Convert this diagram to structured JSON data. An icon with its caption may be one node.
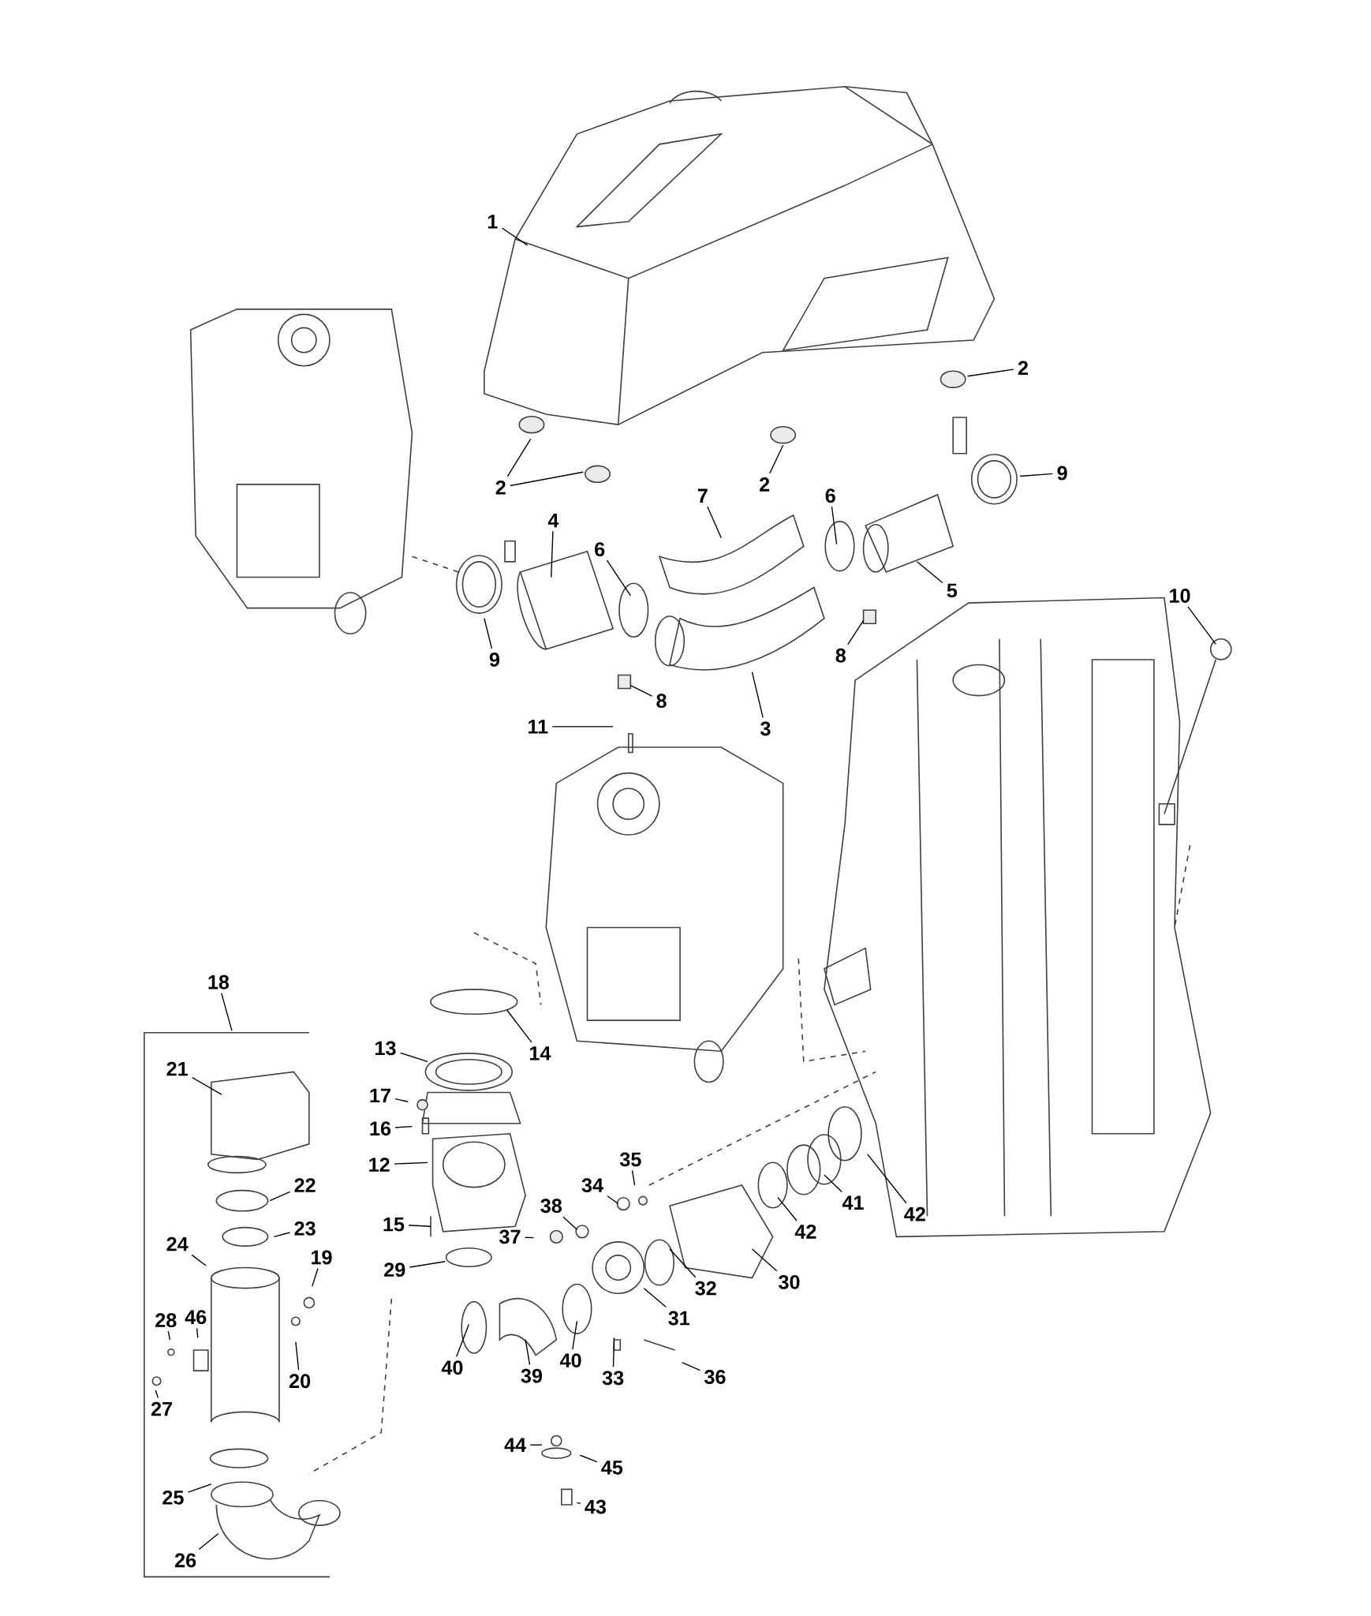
{
  "diagram": {
    "nodes": [
      {
        "text": [
          "1"
        ]
      },
      {
        "text": [
          "2"
        ]
      },
      {
        "text": [
          "2"
        ]
      },
      {
        "text": [
          "2"
        ]
      },
      {
        "text": [
          "9"
        ]
      },
      {
        "text": [
          "7"
        ]
      },
      {
        "text": [
          "6"
        ]
      },
      {
        "text": [
          "4"
        ]
      },
      {
        "text": [
          "6"
        ]
      },
      {
        "text": [
          "5"
        ]
      },
      {
        "text": [
          "10"
        ]
      },
      {
        "text": [
          "9"
        ]
      },
      {
        "text": [
          "8"
        ]
      },
      {
        "text": [
          "8"
        ]
      },
      {
        "text": [
          "3"
        ]
      },
      {
        "text": [
          "11"
        ]
      },
      {
        "text": [
          "18"
        ]
      },
      {
        "text": [
          "14"
        ]
      },
      {
        "text": [
          "13"
        ]
      },
      {
        "text": [
          "21"
        ]
      },
      {
        "text": [
          "17"
        ]
      },
      {
        "text": [
          "16"
        ]
      },
      {
        "text": [
          "12"
        ]
      },
      {
        "text": [
          "35"
        ]
      },
      {
        "text": [
          "22"
        ]
      },
      {
        "text": [
          "34"
        ]
      },
      {
        "text": [
          "41"
        ]
      },
      {
        "text": [
          "38"
        ]
      },
      {
        "text": [
          "42"
        ]
      },
      {
        "text": [
          "15"
        ]
      },
      {
        "text": [
          "23"
        ]
      },
      {
        "text": [
          "42"
        ]
      },
      {
        "text": [
          "37"
        ]
      },
      {
        "text": [
          "24"
        ]
      },
      {
        "text": [
          "29"
        ]
      },
      {
        "text": [
          "19"
        ]
      },
      {
        "text": [
          "30"
        ]
      },
      {
        "text": [
          "32"
        ]
      },
      {
        "text": [
          "46"
        ]
      },
      {
        "text": [
          "31"
        ]
      },
      {
        "text": [
          "28"
        ]
      },
      {
        "text": [
          "40"
        ]
      },
      {
        "text": [
          "40"
        ]
      },
      {
        "text": [
          "36"
        ]
      },
      {
        "text": [
          "39"
        ]
      },
      {
        "text": [
          "33"
        ]
      },
      {
        "text": [
          "20"
        ]
      },
      {
        "text": [
          "27"
        ]
      },
      {
        "text": [
          "44"
        ]
      },
      {
        "text": [
          "45"
        ]
      },
      {
        "text": [
          "25"
        ]
      },
      {
        "text": [
          "43"
        ]
      },
      {
        "text": [
          "26"
        ]
      }
    ],
    "edges": [
      {
        "from": 0,
        "to": null,
        "arrow": "none"
      },
      {
        "from": 1,
        "to": null,
        "arrow": "none"
      },
      {
        "from": 2,
        "to": null,
        "arrow": "none"
      },
      {
        "from": 3,
        "to": null,
        "arrow": "none"
      },
      {
        "from": 4,
        "to": null,
        "arrow": "none"
      },
      {
        "from": 5,
        "to": null,
        "arrow": "none"
      },
      {
        "from": 6,
        "to": null,
        "arrow": "none"
      },
      {
        "from": 7,
        "to": null,
        "arrow": "none"
      },
      {
        "from": 8,
        "to": null,
        "arrow": "none"
      },
      {
        "from": 9,
        "to": null,
        "arrow": "none"
      },
      {
        "from": 10,
        "to": null,
        "arrow": "none"
      },
      {
        "from": 11,
        "to": null,
        "arrow": "none"
      },
      {
        "from": 12,
        "to": null,
        "arrow": "none"
      },
      {
        "from": 13,
        "to": null,
        "arrow": "none"
      },
      {
        "from": 14,
        "to": null,
        "arrow": "none"
      },
      {
        "from": 15,
        "to": null,
        "arrow": "none"
      },
      {
        "from": 16,
        "to": null,
        "arrow": "none"
      },
      {
        "from": 17,
        "to": null,
        "arrow": "none"
      },
      {
        "from": 18,
        "to": null,
        "arrow": "none"
      },
      {
        "from": 19,
        "to": null,
        "arrow": "none"
      },
      {
        "from": 20,
        "to": null,
        "arrow": "none"
      },
      {
        "from": 21,
        "to": null,
        "arrow": "none"
      },
      {
        "from": 22,
        "to": null,
        "arrow": "none"
      },
      {
        "from": 23,
        "to": null,
        "arrow": "none"
      },
      {
        "from": 24,
        "to": null,
        "arrow": "none"
      },
      {
        "from": 25,
        "to": null,
        "arrow": "none"
      },
      {
        "from": 26,
        "to": null,
        "arrow": "none"
      },
      {
        "from": 27,
        "to": null,
        "arrow": "none"
      },
      {
        "from": 28,
        "to": null,
        "arrow": "none"
      },
      {
        "from": 29,
        "to": null,
        "arrow": "none"
      },
      {
        "from": 30,
        "to": null,
        "arrow": "none"
      },
      {
        "from": 31,
        "to": null,
        "arrow": "none"
      },
      {
        "from": 32,
        "to": null,
        "arrow": "none"
      },
      {
        "from": 33,
        "to": null,
        "arrow": "none"
      },
      {
        "from": 34,
        "to": null,
        "arrow": "none"
      },
      {
        "from": 35,
        "to": null,
        "arrow": "none"
      },
      {
        "from": 36,
        "to": null,
        "arrow": "none"
      },
      {
        "from": 37,
        "to": null,
        "arrow": "none"
      },
      {
        "from": 38,
        "to": null,
        "arrow": "none"
      },
      {
        "from": 39,
        "to": null,
        "arrow": "none"
      },
      {
        "from": 40,
        "to": null,
        "arrow": "none"
      },
      {
        "from": 41,
        "to": null,
        "arrow": "none"
      },
      {
        "from": 42,
        "to": null,
        "arrow": "none"
      },
      {
        "from": 43,
        "to": null,
        "arrow": "none"
      },
      {
        "from": 44,
        "to": null,
        "arrow": "none"
      },
      {
        "from": 45,
        "to": null,
        "arrow": "none"
      },
      {
        "from": 46,
        "to": null,
        "arrow": "none"
      },
      {
        "from": 47,
        "to": null,
        "arrow": "none"
      },
      {
        "from": 48,
        "to": null,
        "arrow": "none"
      },
      {
        "from": 49,
        "to": null,
        "arrow": "none"
      },
      {
        "from": 50,
        "to": null,
        "arrow": "none"
      },
      {
        "from": 51,
        "to": null,
        "arrow": "none"
      },
      {
        "from": 52,
        "to": null,
        "arrow": "none"
      },
      {
        "from": 2,
        "to": null,
        "arrow": "none"
      }
    ]
  }
}
